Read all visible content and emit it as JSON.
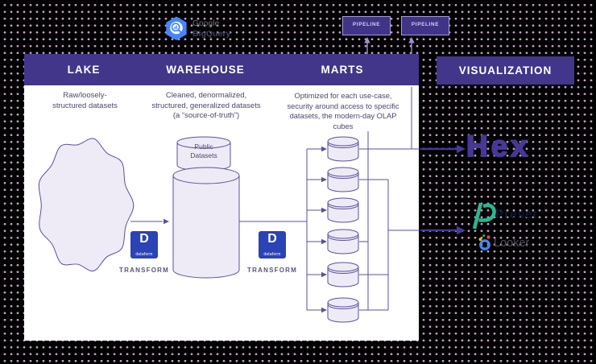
{
  "bigquery": {
    "line1": "Google",
    "line2": "BigQuery"
  },
  "pipelines": [
    {
      "label": "PIPELINE"
    },
    {
      "label": "PIPELINE"
    }
  ],
  "header": {
    "columns": [
      {
        "label": "LAKE"
      },
      {
        "label": "WAREHOUSE"
      },
      {
        "label": "MARTS"
      }
    ],
    "visualization_label": "VISUALIZATION"
  },
  "columns": {
    "lake": {
      "description": "Raw/loosely-\nstructured datasets"
    },
    "warehouse": {
      "description": "Cleaned, denormalized,\nstructured, generalized datasets\n(a “source-of-truth”)",
      "public_datasets": "Public\nDatasets"
    },
    "marts": {
      "description": "Optimized for each use-case,\nsecurity around access to specific\ndatasets, the modern-day OLAP\ncubes"
    }
  },
  "labels": {
    "transform": "TRANSFORM"
  },
  "logos": {
    "dataform": {
      "glyph": "D",
      "wordmark": "dataform"
    },
    "hex": "Hex",
    "preset": "Preset",
    "looker": "Looker"
  },
  "colors": {
    "background": "#000000",
    "dot": "#c09bc0",
    "card": "#ffffff",
    "header_purple": "#42368a",
    "line_purple": "#5a4fa0",
    "arrow_purple": "#473896",
    "pipeline_line": "#9c8fd0",
    "shape_fill": "#efebf6",
    "dataform_blue": "#2a43b5",
    "bigquery_blue": "#4387fa",
    "preset_green": "#2cb58e",
    "looker_blue": "#4285f4",
    "looker_red": "#ea4335",
    "looker_yellow": "#fbbc05",
    "looker_green": "#34a853",
    "hex_purple": "#473896",
    "text_muted_purple": "#4d4670"
  }
}
